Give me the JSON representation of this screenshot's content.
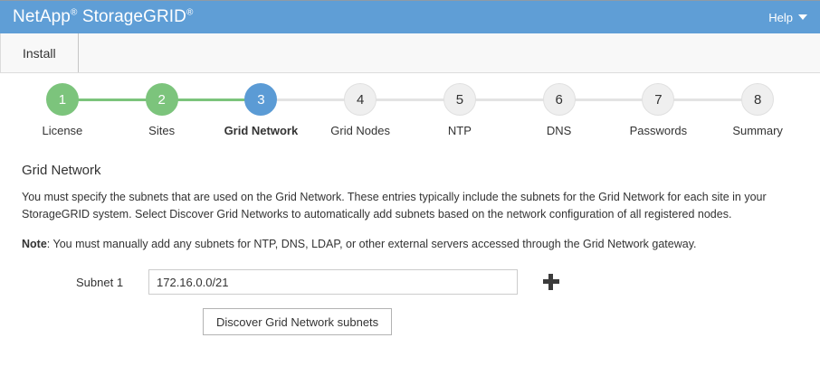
{
  "header": {
    "brand_name": "NetApp",
    "brand_sup1": "®",
    "brand_product": " StorageGRID",
    "brand_sup2": "®",
    "help_label": "Help",
    "help_icon": "chevron-down-icon",
    "background_color": "#5f9ed6"
  },
  "tabs": [
    {
      "label": "Install",
      "selected": true
    }
  ],
  "stepper": {
    "colors": {
      "done": "#7cc47c",
      "current": "#5b9bd5",
      "pending": "#efefef"
    },
    "steps": [
      {
        "number": "1",
        "label": "License",
        "state": "done"
      },
      {
        "number": "2",
        "label": "Sites",
        "state": "done"
      },
      {
        "number": "3",
        "label": "Grid Network",
        "state": "current"
      },
      {
        "number": "4",
        "label": "Grid Nodes",
        "state": "pending"
      },
      {
        "number": "5",
        "label": "NTP",
        "state": "pending"
      },
      {
        "number": "6",
        "label": "DNS",
        "state": "pending"
      },
      {
        "number": "7",
        "label": "Passwords",
        "state": "pending"
      },
      {
        "number": "8",
        "label": "Summary",
        "state": "pending"
      }
    ]
  },
  "main": {
    "title": "Grid Network",
    "description": "You must specify the subnets that are used on the Grid Network. These entries typically include the subnets for the Grid Network for each site in your StorageGRID system. Select Discover Grid Networks to automatically add subnets based on the network configuration of all registered nodes.",
    "note_label": "Note",
    "note_text": ": You must manually add any subnets for NTP, DNS, LDAP, or other external servers accessed through the Grid Network gateway.",
    "subnet": {
      "label": "Subnet 1",
      "value": "172.16.0.0/21",
      "placeholder": "",
      "add_icon": "plus-icon"
    },
    "discover_button_label": "Discover Grid Network subnets"
  }
}
